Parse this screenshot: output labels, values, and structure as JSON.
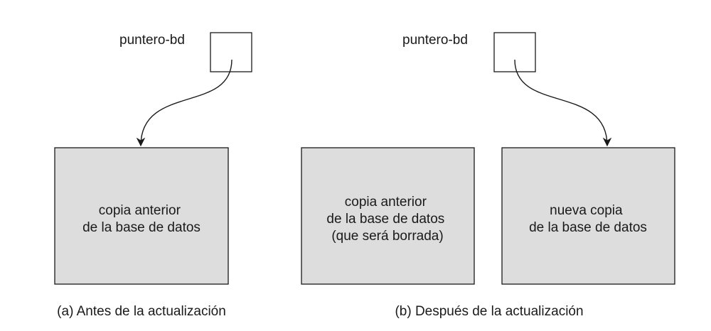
{
  "colors": {
    "db_box_fill": "#dddddd",
    "stroke": "#1a1a1a",
    "background": "#ffffff"
  },
  "panel_a": {
    "pointer_label": "puntero-bd",
    "db_box_lines": [
      "copia anterior",
      "de la base de datos"
    ],
    "caption": "(a) Antes de la actualización"
  },
  "panel_b": {
    "pointer_label": "puntero-bd",
    "old_box_lines": [
      "copia anterior",
      "de la base de datos",
      "(que será borrada)"
    ],
    "new_box_lines": [
      "nueva copia",
      "de la base de datos"
    ],
    "caption": "(b) Después de la actualización"
  }
}
